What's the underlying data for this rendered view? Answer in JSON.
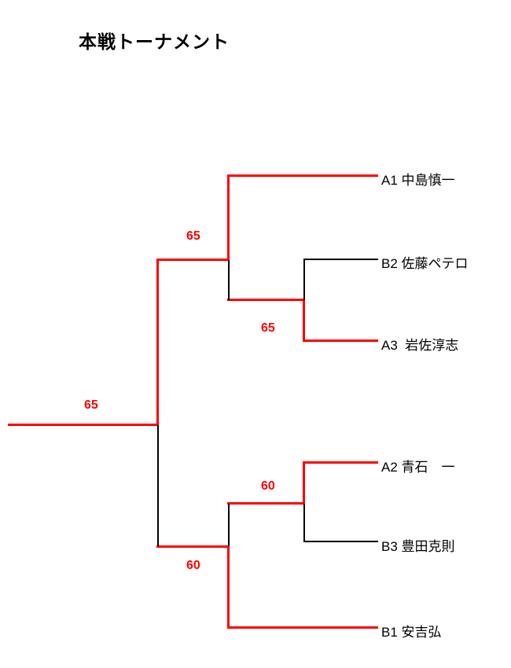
{
  "title": "本戦トーナメント",
  "players": {
    "a1": {
      "label": "A1 中島慎一"
    },
    "b2": {
      "label": "B2 佐藤ペテロ"
    },
    "a3": {
      "label": "A3  岩佐淳志"
    },
    "a2": {
      "label": "A2 青石　一"
    },
    "b3": {
      "label": "B3 豊田克則"
    },
    "b1": {
      "label": "B1 安吉弘"
    }
  },
  "matches": {
    "final": {
      "score": "65"
    },
    "semifinal_top": {
      "score": "65"
    },
    "quarterfinal_top": {
      "score": "65"
    },
    "quarterfinal_bottom": {
      "score": "60"
    },
    "semifinal_bottom": {
      "score": "60"
    }
  },
  "colors": {
    "winner_path": "#ff0000",
    "default_line": "#000000"
  }
}
